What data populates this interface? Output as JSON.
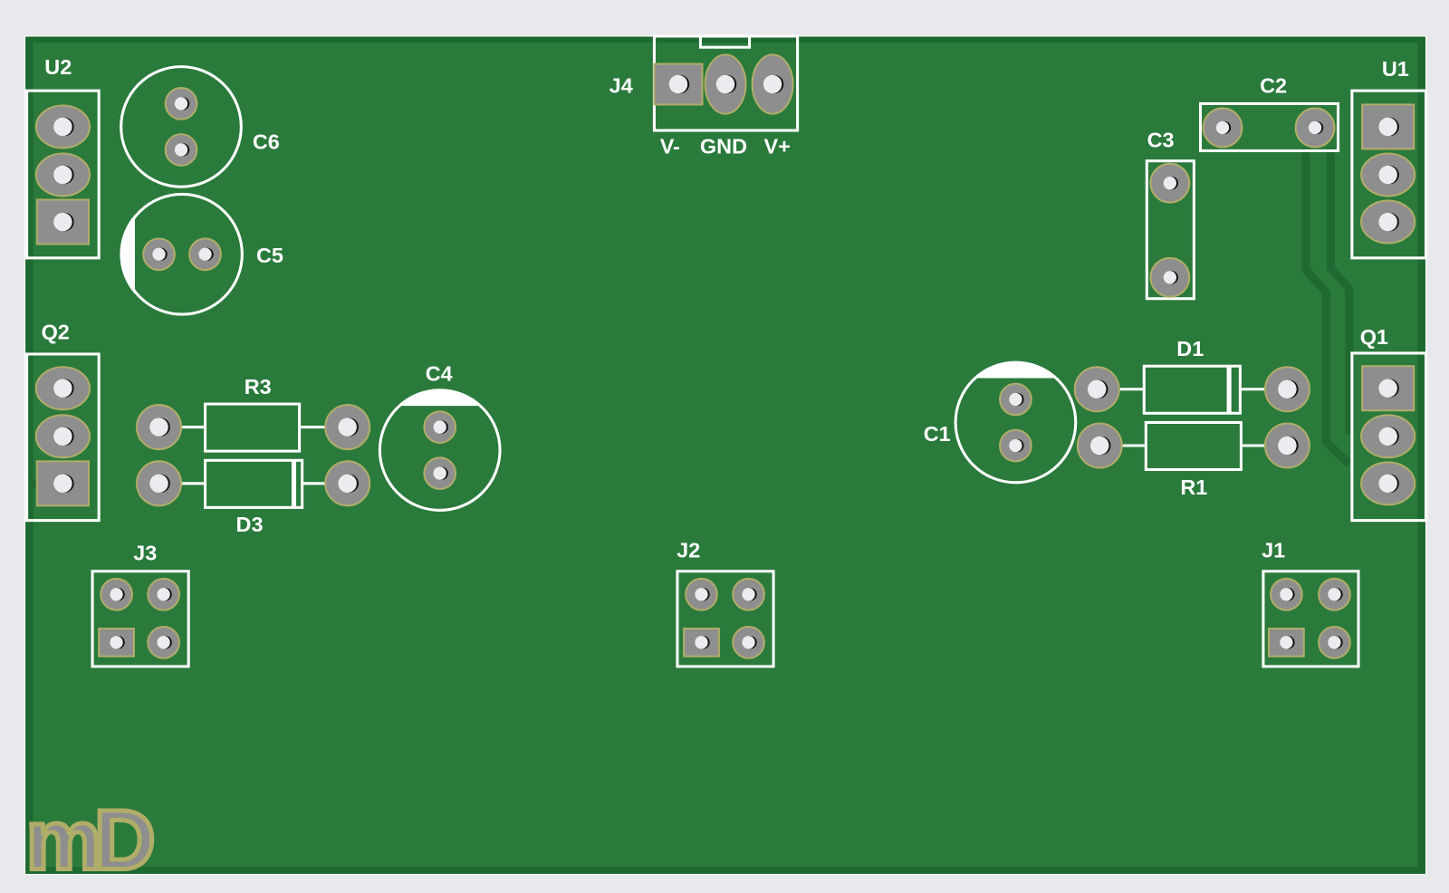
{
  "board": {
    "colors": {
      "board": "#2a7a3c",
      "edge": "#1d6a30",
      "silk": "#ffffff",
      "pad": "#8e8e8e",
      "pad_ring": "#b0ad68",
      "background": "#e8e9ed"
    },
    "logo_text": "mD",
    "labels": {
      "U1": "U1",
      "U2": "U2",
      "Q1": "Q1",
      "Q2": "Q2",
      "C1": "C1",
      "C2": "C2",
      "C3": "C3",
      "C4": "C4",
      "C5": "C5",
      "C6": "C6",
      "R1": "R1",
      "R3": "R3",
      "D1": "D1",
      "D3": "D3",
      "J1": "J1",
      "J2": "J2",
      "J3": "J3",
      "J4": "J4"
    },
    "j4_pins": {
      "vminus": "V-",
      "gnd": "GND",
      "vplus": "V+"
    }
  }
}
